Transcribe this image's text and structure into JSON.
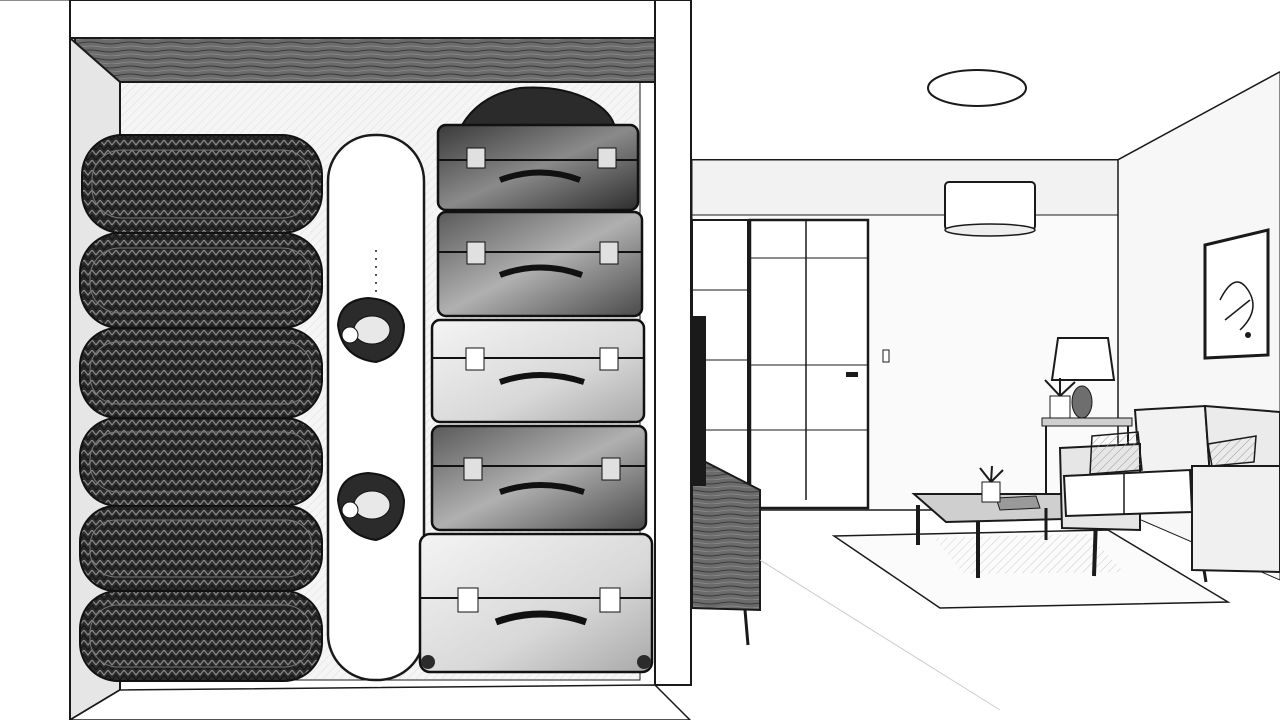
{
  "scene": {
    "kind": "illustration",
    "style": "black-and-white ink drawing",
    "palette": {
      "ink": "#1a1a1a",
      "paper": "#ffffff",
      "shade_dark": "#2b2b2b",
      "shade_mid": "#6e6e6e",
      "shade_light": "#bdbdbd",
      "wood": "#5a5a5a"
    },
    "storage_closet": {
      "tire_count": 6,
      "suitcase_count": 5,
      "snowboard_bindings": 2
    },
    "living_room": {
      "furniture": [
        "sofa",
        "coffee-table",
        "rug",
        "side-table",
        "table-lamp",
        "tv-stand",
        "tv",
        "pendant-lamp",
        "ceiling-light",
        "framed-art",
        "glass-door",
        "potted-plant",
        "books"
      ]
    }
  }
}
